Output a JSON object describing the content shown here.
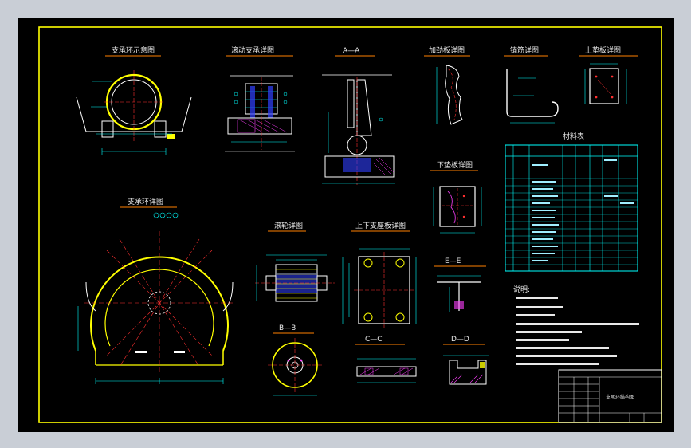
{
  "titles": {
    "t1": "支承环示意图",
    "t2": "滚动支承详图",
    "t3": "A—A",
    "t4": "加劲板详图",
    "t5": "锚筋详图",
    "t6": "上垫板详图",
    "t7": "支承环详图",
    "t8": "下垫板详图",
    "t9": "滚轮详图",
    "t10": "上下支座板详图",
    "t11": "B—B",
    "t12": "C—C",
    "t13": "D—D",
    "t14": "E—E",
    "t15": "材料表"
  },
  "notes_title": "说明:",
  "title_block": {
    "drawing_name": "支承环结构图"
  },
  "colors": {
    "background": "#000000",
    "frame": "#ffff00",
    "page": "#c9ced6",
    "table": "#00ffff",
    "centerline": "#ff3030",
    "dimension": "#00ffff",
    "title_underline": "#ff8000"
  }
}
